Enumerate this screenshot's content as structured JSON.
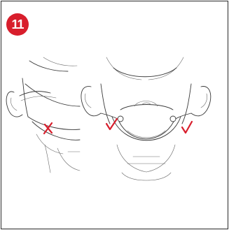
{
  "step": {
    "number": "11"
  },
  "colors": {
    "badge": "#d81e2c",
    "mark": "#d81e2c",
    "frame": "#2b2b2b",
    "line": "#3a3a3a"
  },
  "icons": {
    "incorrect": "cross-mark-icon",
    "correct": "check-mark-icon"
  },
  "panels": [
    {
      "name": "incorrect-fit",
      "marks": [
        "cross-mark-icon"
      ]
    },
    {
      "name": "correct-fit",
      "marks": [
        "check-mark-icon",
        "check-mark-icon"
      ]
    }
  ]
}
